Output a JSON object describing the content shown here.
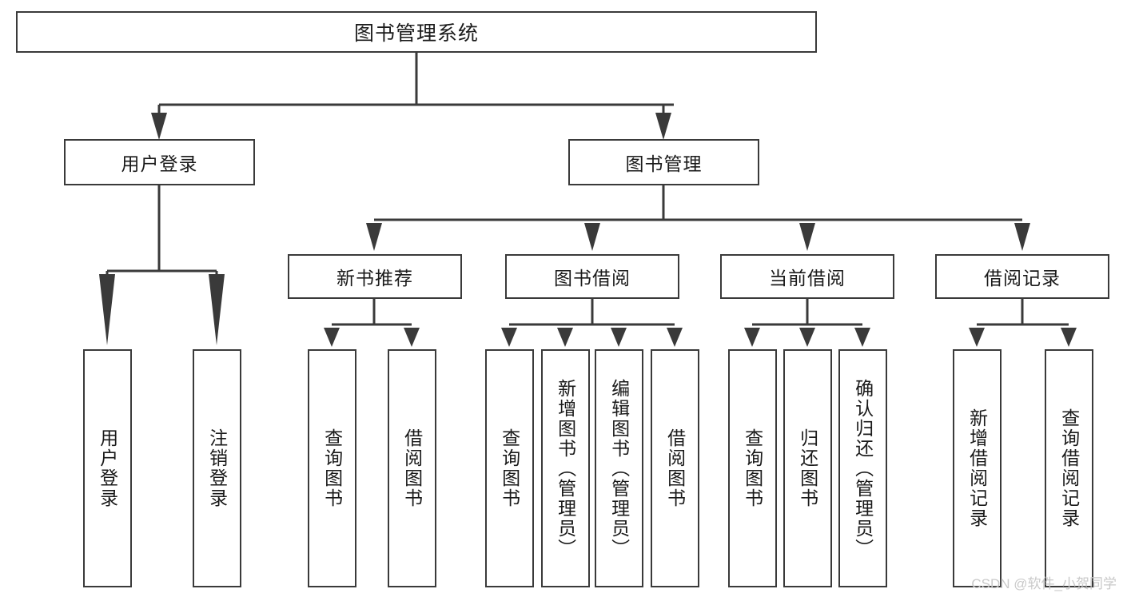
{
  "diagram": {
    "type": "tree-hierarchy",
    "title": "图书管理系统",
    "root": {
      "label": "图书管理系统"
    },
    "level2": [
      {
        "id": "user-login",
        "label": "用户登录"
      },
      {
        "id": "book-management",
        "label": "图书管理"
      }
    ],
    "level3": [
      {
        "id": "new-book-recommend",
        "label": "新书推荐",
        "parent": "book-management"
      },
      {
        "id": "book-borrow",
        "label": "图书借阅",
        "parent": "book-management"
      },
      {
        "id": "current-borrow",
        "label": "当前借阅",
        "parent": "book-management"
      },
      {
        "id": "borrow-record",
        "label": "借阅记录",
        "parent": "book-management"
      }
    ],
    "leaves": {
      "user_login": [
        {
          "id": "leaf-user-login",
          "label": "用户登录"
        },
        {
          "id": "leaf-logout",
          "label": "注销登录"
        }
      ],
      "new_book_recommend": [
        {
          "id": "leaf-query-book-1",
          "label": "查询图书"
        },
        {
          "id": "leaf-borrow-book-1",
          "label": "借阅图书"
        }
      ],
      "book_borrow": [
        {
          "id": "leaf-query-book-2",
          "label": "查询图书"
        },
        {
          "id": "leaf-add-book",
          "label": "新增图书（管理员）"
        },
        {
          "id": "leaf-edit-book",
          "label": "编辑图书（管理员）"
        },
        {
          "id": "leaf-borrow-book-2",
          "label": "借阅图书"
        }
      ],
      "current_borrow": [
        {
          "id": "leaf-query-book-3",
          "label": "查询图书"
        },
        {
          "id": "leaf-return-book",
          "label": "归还图书"
        },
        {
          "id": "leaf-confirm-return",
          "label": "确认归还（管理员）"
        }
      ],
      "borrow_record": [
        {
          "id": "leaf-add-record",
          "label": "新增借阅记录"
        },
        {
          "id": "leaf-query-record",
          "label": "查询借阅记录"
        }
      ]
    },
    "colors": {
      "stroke": "#3a3a3a",
      "fill": "#ffffff",
      "text": "#1a1a1a",
      "watermark": "#c9c9c9"
    }
  },
  "watermark": {
    "text": "CSDN @软件_小贺同学"
  }
}
